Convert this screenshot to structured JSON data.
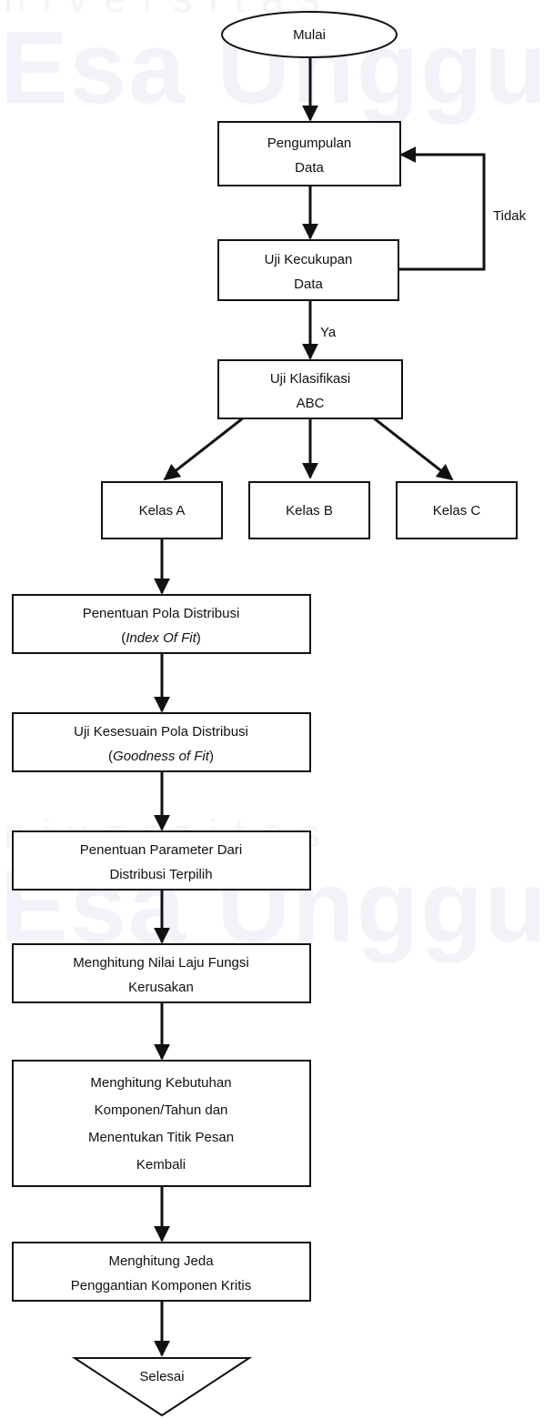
{
  "watermark": {
    "line1": "niversitas",
    "line2": "Esa Unggul",
    "line3": "niversitas",
    "line4": "Esa Unggul"
  },
  "nodes": {
    "start": "Mulai",
    "pengumpulan": [
      "Pengumpulan",
      "Data"
    ],
    "kecukupan": [
      "Uji Kecukupan",
      "Data"
    ],
    "abc": [
      "Uji Klasifikasi",
      "ABC"
    ],
    "kelas_a": "Kelas A",
    "kelas_b": "Kelas B",
    "kelas_c": "Kelas C",
    "pola": [
      "Penentuan Pola Distribusi",
      "(",
      "Index Of Fit",
      ")"
    ],
    "kesesuaian": [
      "Uji Kesesuain Pola Distribusi",
      "(",
      "Goodness of Fit",
      ")"
    ],
    "parameter": [
      "Penentuan Parameter Dari",
      "Distribusi Terpilih"
    ],
    "laju": [
      "Menghitung Nilai Laju Fungsi",
      "Kerusakan"
    ],
    "kebutuhan": [
      "Menghitung Kebutuhan",
      "Komponen/Tahun dan",
      "Menentukan Titik Pesan",
      "Kembali"
    ],
    "jeda": [
      "Menghitung Jeda",
      "Penggantian Komponen Kritis"
    ],
    "end": "Selesai"
  },
  "edges": {
    "tidak": "Tidak",
    "ya": "Ya"
  },
  "colors": {
    "stroke": "#111111",
    "fill": "#ffffff",
    "watermark": "#7a8cc8"
  }
}
